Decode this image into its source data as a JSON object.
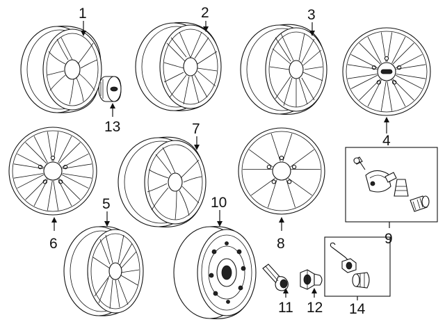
{
  "diagram": {
    "type": "exploded-parts-diagram",
    "callouts": [
      {
        "id": "1",
        "label": "1"
      },
      {
        "id": "2",
        "label": "2"
      },
      {
        "id": "3",
        "label": "3"
      },
      {
        "id": "4",
        "label": "4"
      },
      {
        "id": "5",
        "label": "5"
      },
      {
        "id": "6",
        "label": "6"
      },
      {
        "id": "7",
        "label": "7"
      },
      {
        "id": "8",
        "label": "8"
      },
      {
        "id": "9",
        "label": "9"
      },
      {
        "id": "10",
        "label": "10"
      },
      {
        "id": "11",
        "label": "11"
      },
      {
        "id": "12",
        "label": "12"
      },
      {
        "id": "13",
        "label": "13"
      },
      {
        "id": "14",
        "label": "14"
      }
    ],
    "parts": [
      {
        "callout": "1",
        "icon": "wheel-angled-icon"
      },
      {
        "callout": "2",
        "icon": "wheel-angled-icon"
      },
      {
        "callout": "3",
        "icon": "wheel-angled-icon"
      },
      {
        "callout": "4",
        "icon": "wheel-front-icon"
      },
      {
        "callout": "5",
        "icon": "wheel-angled-icon"
      },
      {
        "callout": "6",
        "icon": "wheel-front-icon"
      },
      {
        "callout": "7",
        "icon": "wheel-angled-icon"
      },
      {
        "callout": "8",
        "icon": "wheel-front-icon"
      },
      {
        "callout": "9",
        "icon": "tpms-sensor-kit-icon"
      },
      {
        "callout": "10",
        "icon": "steel-spare-wheel-icon"
      },
      {
        "callout": "11",
        "icon": "valve-stem-icon"
      },
      {
        "callout": "12",
        "icon": "lug-nut-icon"
      },
      {
        "callout": "13",
        "icon": "center-cap-icon"
      },
      {
        "callout": "14",
        "icon": "wheel-lock-kit-icon"
      }
    ]
  }
}
